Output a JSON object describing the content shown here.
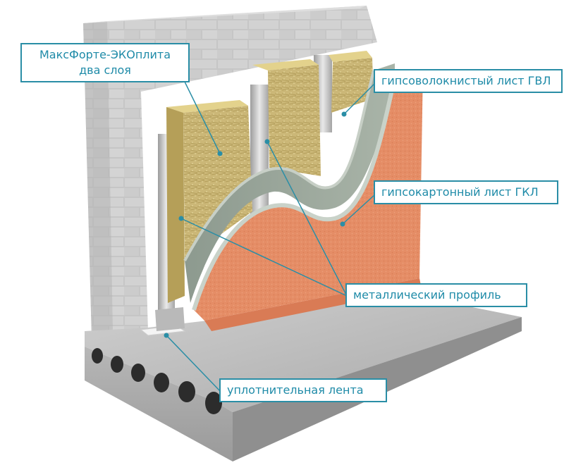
{
  "labels": {
    "insulation_line1": "МаксФорте-ЭКОплита",
    "insulation_line2": "два слоя",
    "gvl": "гипсоволокнистый лист ГВЛ",
    "gkl": "гипсокартонный лист ГКЛ",
    "profile": "металлический профиль",
    "tape": "уплотнительная лента"
  },
  "colors": {
    "accent": "#2a8ea6",
    "text": "#1f8ba8",
    "block": "#c9c9c9",
    "slab": "#bdbdbd",
    "mineral_wool": "#c9b572",
    "gvl_sheet": "#9aa69a",
    "gkl_sheet": "#e38a63"
  }
}
